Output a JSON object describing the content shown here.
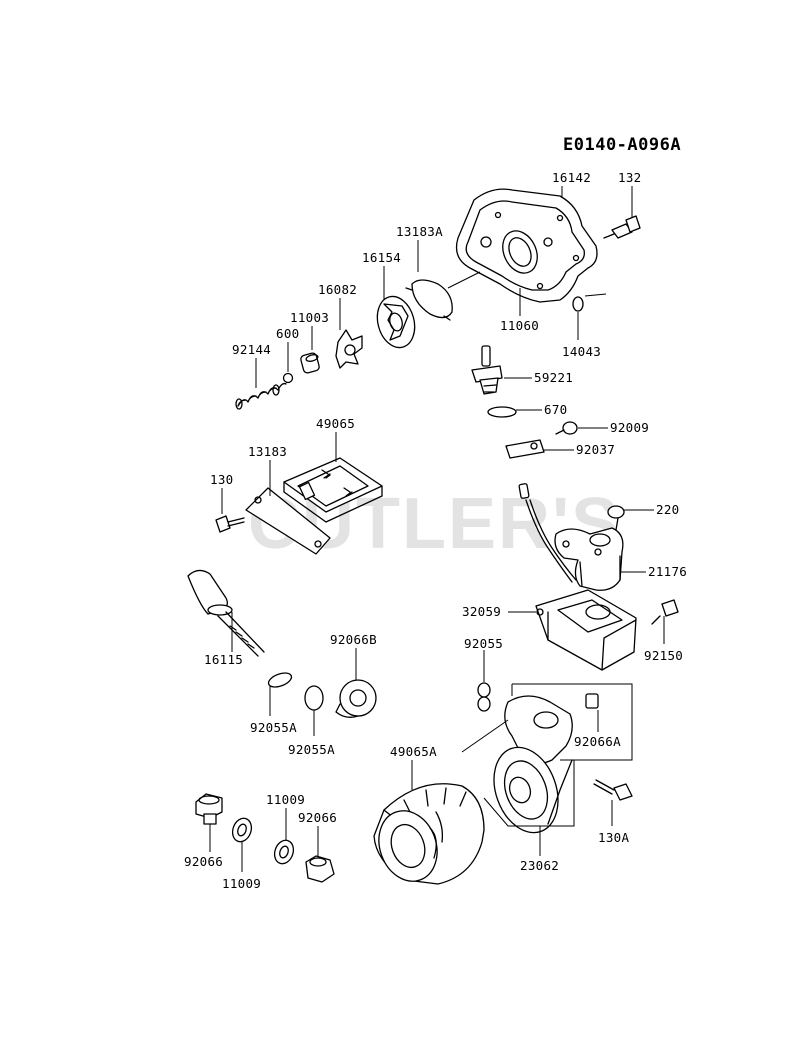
{
  "diagram_code": "E0140-A096A",
  "watermark": "CUTLER'S",
  "labels": {
    "p16142": "16142",
    "p132": "132",
    "p13183A": "13183A",
    "p16154": "16154",
    "p16082": "16082",
    "p11003": "11003",
    "p600": "600",
    "p92144": "92144",
    "p11060": "11060",
    "p14043": "14043",
    "p59221": "59221",
    "p670": "670",
    "p92009": "92009",
    "p92037": "92037",
    "p49065": "49065",
    "p13183": "13183",
    "p130": "130",
    "p220": "220",
    "p21176": "21176",
    "p32059": "32059",
    "p92150": "92150",
    "p16115": "16115",
    "p92066B": "92066B",
    "p92055A_1": "92055A",
    "p92055A_2": "92055A",
    "p92055": "92055",
    "p92066A": "92066A",
    "p49065A": "49065A",
    "p130A": "130A",
    "p11009_top": "11009",
    "p92066_top": "92066",
    "p92066_left": "92066",
    "p11009_bottom": "11009",
    "p23062": "23062"
  }
}
